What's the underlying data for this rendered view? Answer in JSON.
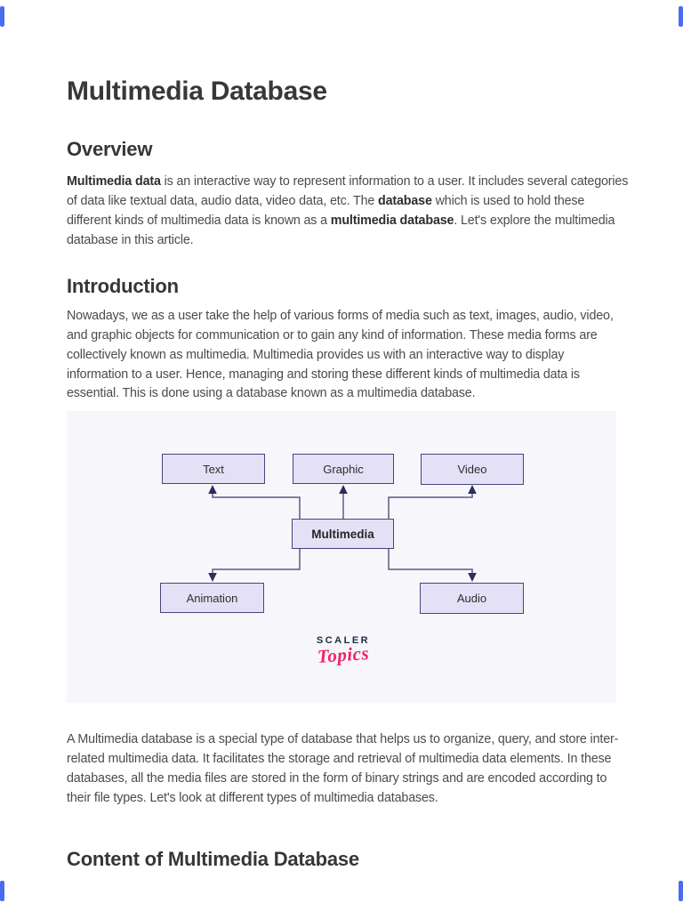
{
  "page": {
    "title": "Multimedia Database"
  },
  "overview": {
    "heading": "Overview",
    "paragraph_segments": [
      {
        "text": "Multimedia data",
        "bold": true
      },
      {
        "text": " is an interactive way to represent information to a user. It includes several categories of data like textual data, audio data, video data, etc. The ",
        "bold": false
      },
      {
        "text": "database",
        "bold": true
      },
      {
        "text": " which is used to hold these different kinds of multimedia data is known as a ",
        "bold": false
      },
      {
        "text": "multimedia database",
        "bold": true
      },
      {
        "text": ". Let's explore the multimedia database in this article.",
        "bold": false
      }
    ]
  },
  "introduction": {
    "heading": "Introduction",
    "paragraph": "Nowadays, we as a user take the help of various forms of media such as text, images, audio, video, and graphic objects for communication or to gain any kind of information. These media forms are collectively known as multimedia. Multimedia provides us with an interactive way to display information to a user. Hence, managing and storing these different kinds of multimedia data is essential. This is done using a database known as a multimedia database."
  },
  "diagram": {
    "nodes": {
      "text": "Text",
      "graphic": "Graphic",
      "video": "Video",
      "multimedia": "Multimedia",
      "animation": "Animation",
      "audio": "Audio"
    },
    "logo": {
      "brand": "SCALER",
      "sub": "Topics"
    },
    "colors": {
      "panel_background": "#f7f7fb",
      "node_fill": "#e4e1f6",
      "node_border": "#45457c",
      "connector_line": "#5a5a85",
      "arrowhead": "#2d2d5e",
      "logo_brand": "#232b47",
      "logo_sub": "#ef2364"
    }
  },
  "body_paragraph": "A Multimedia database is a special type of database that helps us to organize, query, and store inter-related multimedia data. It facilitates the storage and retrieval of multimedia data elements. In these databases, all the media files are stored in the form of binary strings and are encoded according to their file types. Let's look at different types of multimedia databases.",
  "content_section": {
    "heading": "Content of Multimedia Database"
  },
  "decorations": {
    "corner_mark_color": "#4c6bf4"
  }
}
